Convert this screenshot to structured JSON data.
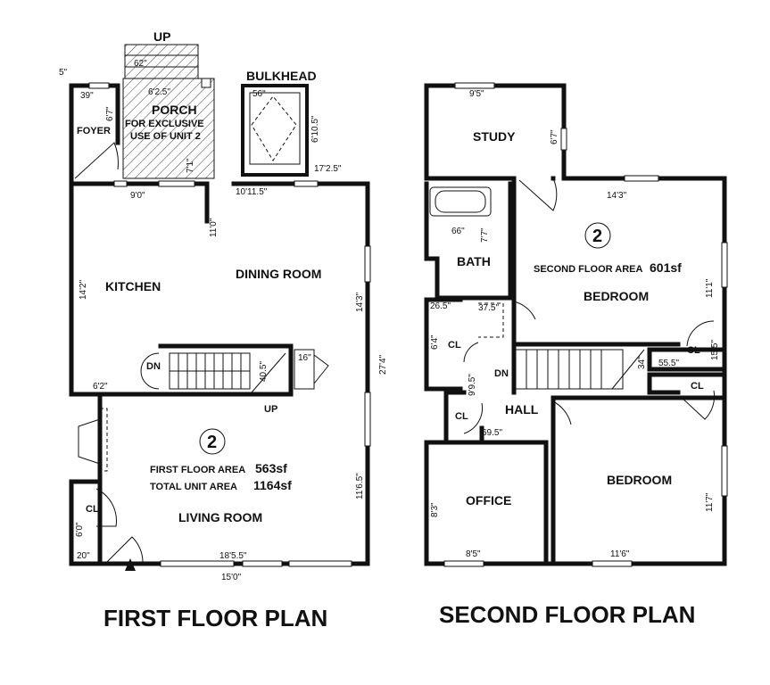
{
  "first_floor": {
    "title": "FIRST FLOOR PLAN",
    "unit_number": "2",
    "first_floor_area_label": "FIRST FLOOR AREA",
    "first_floor_area_value": "563sf",
    "total_unit_area_label": "TOTAL UNIT AREA",
    "total_unit_area_value": "1164sf",
    "rooms": {
      "porch": "PORCH",
      "porch_note_1": "FOR EXCLUSIVE",
      "porch_note_2": "USE OF UNIT 2",
      "foyer": "FOYER",
      "kitchen": "KITCHEN",
      "dining": "DINING ROOM",
      "living": "LIVING ROOM",
      "closet": "CL",
      "bulkhead": "BULKHEAD",
      "up_porch": "UP",
      "up_stair": "UP",
      "dn_stair": "DN"
    },
    "dims": {
      "d5": "5\"",
      "d39": "39\"",
      "d62": "62\"",
      "d625": "6'2.5\"",
      "d67": "6'7\"",
      "d71": "7'1\"",
      "d56": "56\"",
      "d6105": "6'10.5\"",
      "d1725": "17'2.5\"",
      "d90": "9'0\"",
      "d10115": "10'11.5\"",
      "d110": "11'0\"",
      "d142": "14'2\"",
      "d143": "14'3\"",
      "d274": "27'4\"",
      "d62b": "6'2\"",
      "d405": "40.5\"",
      "d16": "16\"",
      "d1165": "11'6.5\"",
      "d60": "6'0\"",
      "d20": "20\"",
      "d18055": "18'5.5\"",
      "d150": "15'0\""
    }
  },
  "second_floor": {
    "title": "SECOND FLOOR PLAN",
    "unit_number": "2",
    "area_label": "SECOND FLOOR AREA",
    "area_value": "601sf",
    "rooms": {
      "study": "STUDY",
      "bath": "BATH",
      "bedroom1": "BEDROOM",
      "bedroom2": "BEDROOM",
      "office": "OFFICE",
      "hall": "HALL",
      "cl1": "CL",
      "cl2": "CL",
      "cl3": "CL",
      "cl4": "CL",
      "dn": "DN"
    },
    "dims": {
      "d95": "9'5\"",
      "d67": "6'7\"",
      "d143": "14'3\"",
      "d66": "66\"",
      "d77": "7'7\"",
      "d111": "11'1\"",
      "d265": "26.5\"",
      "d375": "37.5\"",
      "d64": "6'4\"",
      "d995": "9'9.5\"",
      "d555": "55.5\"",
      "d155": "15.5\"",
      "d34": "34\"",
      "d695": "69.5\"",
      "d83": "8'3\"",
      "d85": "8'5\"",
      "d116": "11'6\"",
      "d117": "11'7\""
    }
  }
}
